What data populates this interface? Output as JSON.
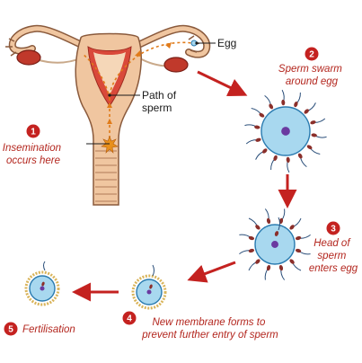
{
  "labels": {
    "egg": "Egg",
    "path_of_sperm": [
      "Path of",
      "sperm"
    ]
  },
  "steps": [
    {
      "number": "1",
      "caption": [
        "Insemination",
        "occurs here"
      ]
    },
    {
      "number": "2",
      "caption": [
        "Sperm swarm",
        "around egg"
      ]
    },
    {
      "number": "3",
      "caption": [
        "Head of",
        "sperm",
        "enters egg"
      ]
    },
    {
      "number": "4",
      "caption": [
        "New membrane forms to",
        "prevent further entry of sperm"
      ]
    },
    {
      "number": "5",
      "caption": [
        "Fertilisation"
      ]
    }
  ],
  "colors": {
    "accent_red": "#c42220",
    "uterus_fill": "#f0c6a0",
    "uterus_outline": "#8a5a3c",
    "ovary_red": "#c0392b",
    "egg_blue": "#a8d8ef",
    "egg_outline": "#2a7bb0",
    "nucleus": "#6a3aa0",
    "sperm_head": "#8b2f2a",
    "membrane": "#d9b45a"
  }
}
